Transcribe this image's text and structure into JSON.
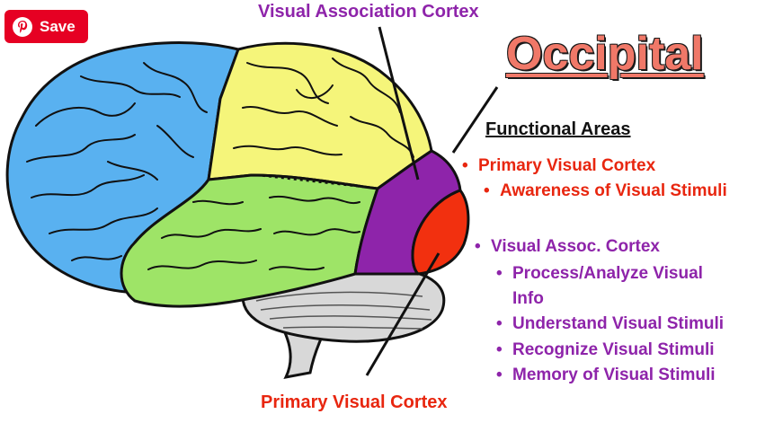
{
  "save_button": {
    "label": "Save",
    "icon": "pinterest-icon"
  },
  "labels": {
    "top": "Visual Association Cortex",
    "bottom": "Primary Visual Cortex"
  },
  "title": "Occipital",
  "functional_areas": {
    "heading": "Functional Areas",
    "primary": {
      "label": "Primary Visual Cortex",
      "items": [
        "Awareness of Visual Stimuli"
      ]
    },
    "association": {
      "label": "Visual Assoc. Cortex",
      "items": [
        "Process/Analyze Visual",
        "Info",
        "Understand Visual Stimuli",
        "Recognize Visual Stimuli",
        "Memory of Visual Stimuli"
      ]
    }
  },
  "colors": {
    "frontal": "#59b1f0",
    "parietal": "#f5f57a",
    "temporal": "#9ee467",
    "visual_association": "#8e24aa",
    "primary_visual": "#f2300f",
    "cerebellum": "#d8d8d8",
    "save_red": "#e60023"
  }
}
